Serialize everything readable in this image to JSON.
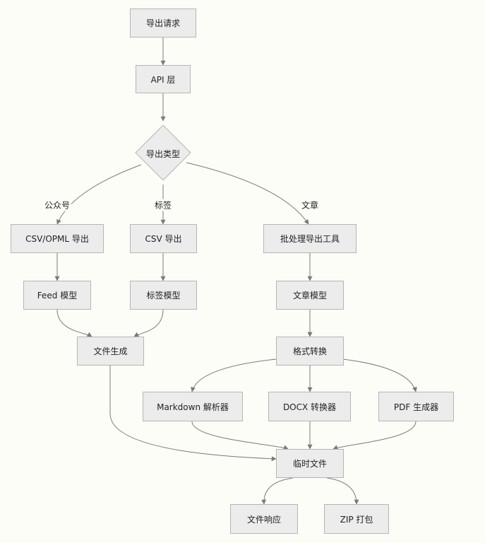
{
  "nodes": {
    "export_request": "导出请求",
    "api_layer": "API 层",
    "export_type": "导出类型",
    "csv_opml_export": "CSV/OPML 导出",
    "csv_export": "CSV 导出",
    "batch_export_tool": "批处理导出工具",
    "feed_model": "Feed 模型",
    "tag_model": "标签模型",
    "article_model": "文章模型",
    "file_generation": "文件生成",
    "format_conversion": "格式转换",
    "markdown_parser": "Markdown 解析器",
    "docx_converter": "DOCX 转换器",
    "pdf_generator": "PDF 生成器",
    "temp_file": "临时文件",
    "file_response": "文件响应",
    "zip_package": "ZIP 打包"
  },
  "edge_labels": {
    "public_account": "公众号",
    "tag": "标签",
    "article": "文章"
  },
  "colors": {
    "node_fill": "#ececec",
    "node_border": "#b5b5b5",
    "edge": "#7a7a7a",
    "background": "#fdfdf7"
  }
}
